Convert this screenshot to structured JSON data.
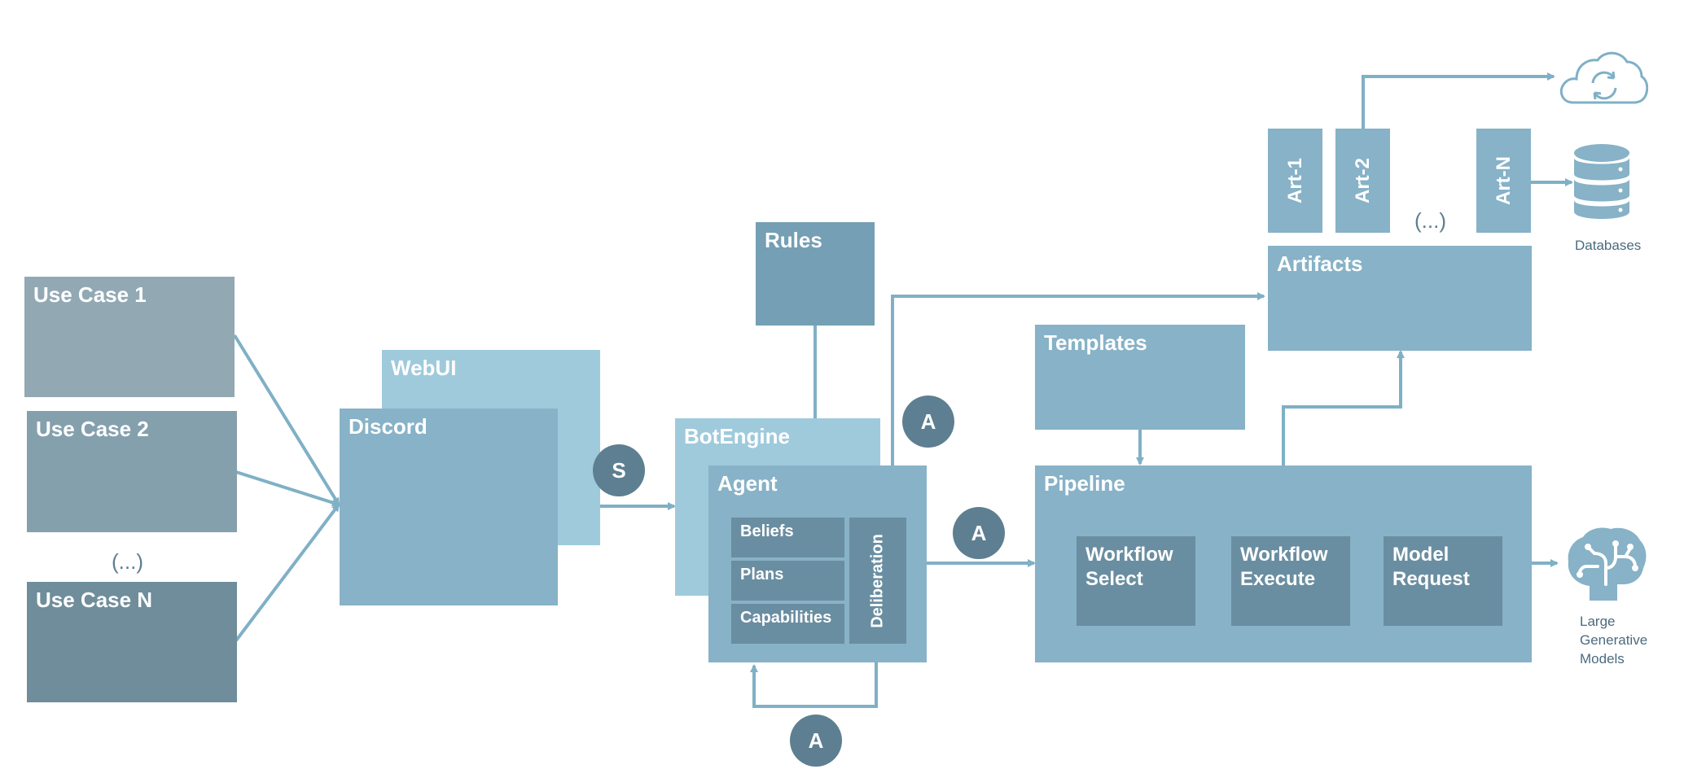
{
  "use_cases": [
    "Use Case 1",
    "Use Case 2",
    "Use Case N"
  ],
  "use_case_ellipsis": "(...)",
  "channels": {
    "webui": "WebUI",
    "discord": "Discord"
  },
  "badges": {
    "s": "S",
    "a": "A"
  },
  "rules": "Rules",
  "botengine": "BotEngine",
  "agent": {
    "title": "Agent",
    "components": [
      "Beliefs",
      "Plans",
      "Capabilities"
    ],
    "deliberation": "Deliberation"
  },
  "templates": "Templates",
  "pipeline": {
    "title": "Pipeline",
    "steps": [
      "Workflow\nSelect",
      "Workflow\nExecute",
      "Model\nRequest"
    ]
  },
  "artifacts": {
    "title": "Artifacts",
    "items": [
      "Art-1",
      "Art-2",
      "Art-N"
    ],
    "ellipsis": "(...)"
  },
  "outputs": {
    "databases": "Databases",
    "models": "Large\nGenerative\nModels"
  },
  "icons": [
    "cloud-sync-icon",
    "database-icon",
    "brain-icon"
  ],
  "colors": {
    "use_case_1": "#92a9b4",
    "use_case_2": "#85a0ad",
    "use_case_n": "#6f8d9b",
    "webui": "#9fcadc",
    "discord": "#87b2c7",
    "panel": "#87b2c7",
    "rules": "#749fb4",
    "inner": "#6a8ea1",
    "badge": "#5d7f91",
    "line": "#7fb0c6"
  }
}
